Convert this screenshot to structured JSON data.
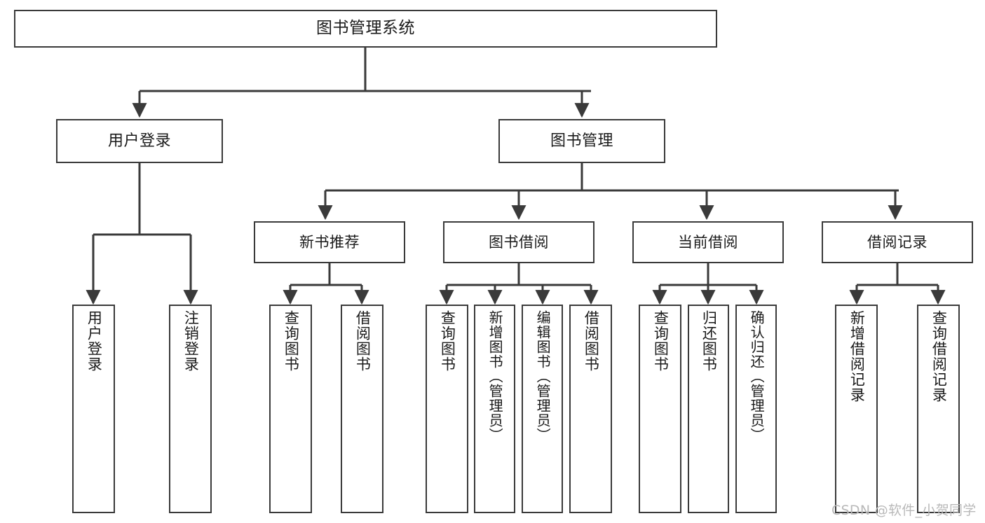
{
  "diagram": {
    "title": "图书管理系统",
    "type": "tree",
    "root": {
      "id": "root",
      "label": "图书管理系统"
    },
    "level1": [
      {
        "id": "user-login",
        "label": "用户登录"
      },
      {
        "id": "book-manage",
        "label": "图书管理"
      }
    ],
    "level2": [
      {
        "id": "new-book-rec",
        "label": "新书推荐",
        "parent": "book-manage"
      },
      {
        "id": "book-borrow",
        "label": "图书借阅",
        "parent": "book-manage"
      },
      {
        "id": "current-borrow",
        "label": "当前借阅",
        "parent": "book-manage"
      },
      {
        "id": "borrow-record",
        "label": "借阅记录",
        "parent": "book-manage"
      }
    ],
    "leaves": {
      "user_login": [
        {
          "id": "leaf-user-login",
          "label": "用户登录"
        },
        {
          "id": "leaf-logout",
          "label": "注销登录"
        }
      ],
      "new_book_rec": [
        {
          "id": "leaf-query-book-1",
          "label": "查询图书"
        },
        {
          "id": "leaf-borrow-book-1",
          "label": "借阅图书"
        }
      ],
      "book_borrow": [
        {
          "id": "leaf-query-book-2",
          "label": "查询图书"
        },
        {
          "id": "leaf-add-book",
          "label": "新增图书（管理员）"
        },
        {
          "id": "leaf-edit-book",
          "label": "编辑图书（管理员）"
        },
        {
          "id": "leaf-borrow-book-2",
          "label": "借阅图书"
        }
      ],
      "current_borrow": [
        {
          "id": "leaf-query-book-3",
          "label": "查询图书"
        },
        {
          "id": "leaf-return-book",
          "label": "归还图书"
        },
        {
          "id": "leaf-confirm-return",
          "label": "确认归还（管理员）"
        }
      ],
      "borrow_record": [
        {
          "id": "leaf-add-record",
          "label": "新增借阅记录"
        },
        {
          "id": "leaf-query-record",
          "label": "查询借阅记录"
        }
      ]
    },
    "watermark": "CSDN @软件_小贺同学",
    "colors": {
      "box_border": "#3a3a3a",
      "box_fill": "#ffffff",
      "edge": "#3a3a3a",
      "text": "#1a1a1a",
      "watermark": "#b9b9b9",
      "background": "#ffffff"
    }
  }
}
